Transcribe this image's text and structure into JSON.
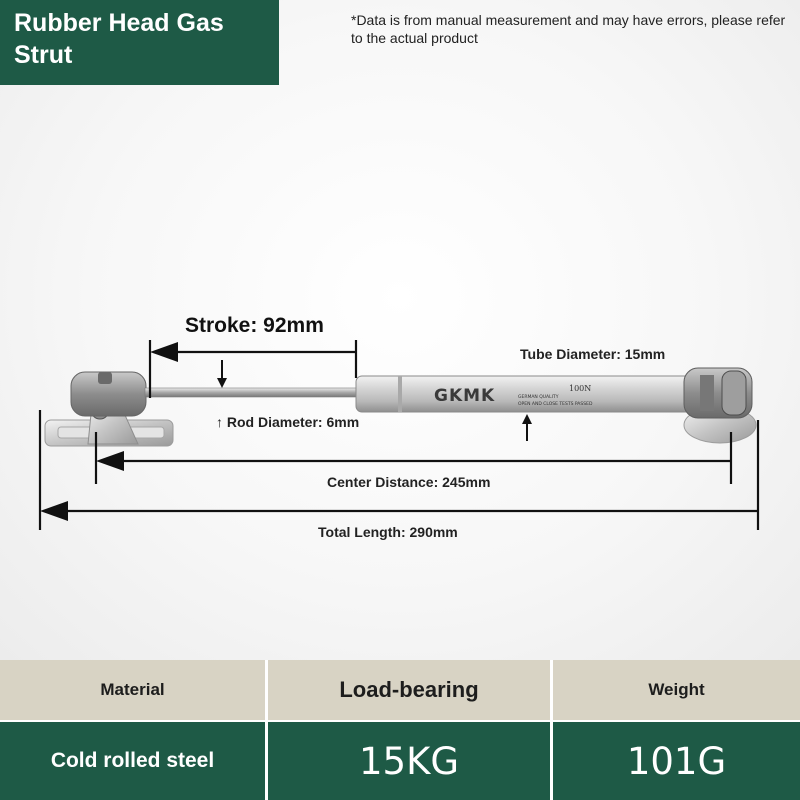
{
  "header": {
    "title": "Rubber Head Gas Strut",
    "disclaimer": "*Data is from manual measurement and may have errors, please refer to the actual product"
  },
  "product": {
    "brand_logo_text": "GKMK",
    "force_marking": "100N",
    "quality_line1": "GERMAN QUALITY",
    "quality_line2": "OPEN AND CLOSE TESTS PASSED"
  },
  "dimensions": {
    "stroke": "Stroke: 92mm",
    "tube_diameter": "Tube Diameter: 15mm",
    "rod_diameter": "↑ Rod Diameter: 6mm",
    "center_distance": "Center Distance: 245mm",
    "total_length": "Total Length: 290mm"
  },
  "specs": {
    "headers": [
      "Material",
      "Load-bearing",
      "Weight"
    ],
    "values": [
      "Cold rolled steel",
      "15KG",
      "101G"
    ]
  },
  "colors": {
    "brand_green": "#1e5a46",
    "header_beige": "#d8d3c4"
  }
}
